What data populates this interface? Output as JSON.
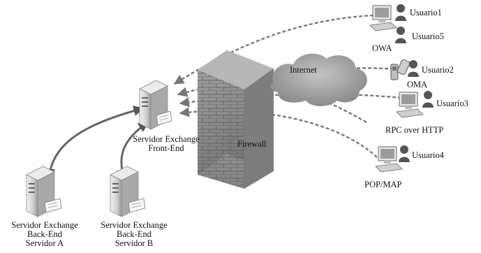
{
  "nodes": {
    "front_end": {
      "line1": "Servidor Exchange",
      "line2": "Front-End"
    },
    "back_end_a": {
      "line1": "Servidor Exchange",
      "line2": "Back-End",
      "line3": "Servidor  A"
    },
    "back_end_b": {
      "line1": "Servidor Exchange",
      "line2": "Back-End",
      "line3": "Servidor  B"
    },
    "firewall": "Firewall",
    "internet": "Internet"
  },
  "clients": [
    {
      "protocol": "OWA",
      "users": [
        "Usuario1",
        "Usuario5"
      ]
    },
    {
      "protocol": "OMA",
      "users": [
        "Usuario2"
      ]
    },
    {
      "protocol": "RPC over HTTP",
      "users": [
        "Usuario3"
      ]
    },
    {
      "protocol": "POP/MAP",
      "users": [
        "Usuario4"
      ]
    }
  ],
  "colors": {
    "server_body": "#d8d8d8",
    "firewall_brick": "#8a8a8a",
    "cloud": "#9a9a9a",
    "connector": "#6a6a6a",
    "user_icon": "#5a5a5a"
  }
}
